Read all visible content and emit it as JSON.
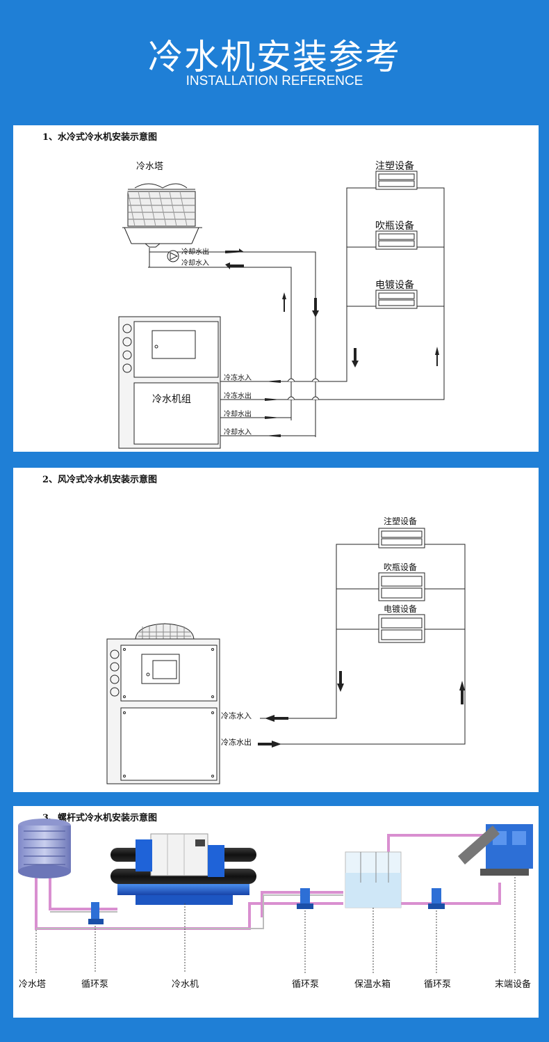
{
  "header": {
    "title": "冷水机安装参考",
    "subtitle": "INSTALLATION REFERENCE"
  },
  "diagram1": {
    "heading": "1、水冷式冷水机安装示意图",
    "tower_label": "冷水塔",
    "chiller_label": "冷水机组",
    "equipment": [
      "注塑设备",
      "吹瓶设备",
      "电镀设备"
    ],
    "tower_pipes": [
      "冷却水出",
      "冷却水入"
    ],
    "chiller_ports": [
      "冷冻水入",
      "冷冻水出",
      "冷却水出",
      "冷却水入"
    ]
  },
  "diagram2": {
    "heading": "2、风冷式冷水机安装示意图",
    "equipment": [
      "注塑设备",
      "吹瓶设备",
      "电镀设备"
    ],
    "chiller_ports": [
      "冷冻水入",
      "冷冻水出"
    ]
  },
  "diagram3": {
    "heading": "3、螺杆式冷水机安装示意图",
    "labels": [
      "冷水塔",
      "循环泵",
      "冷水机",
      "循环泵",
      "保温水箱",
      "循环泵",
      "末端设备"
    ]
  },
  "colors": {
    "background": "#1f7fd6",
    "panel": "#ffffff",
    "pipe_pink": "#d98fd0",
    "machine_blue": "#1a5fd1",
    "pump_blue": "#2d6fd6"
  }
}
